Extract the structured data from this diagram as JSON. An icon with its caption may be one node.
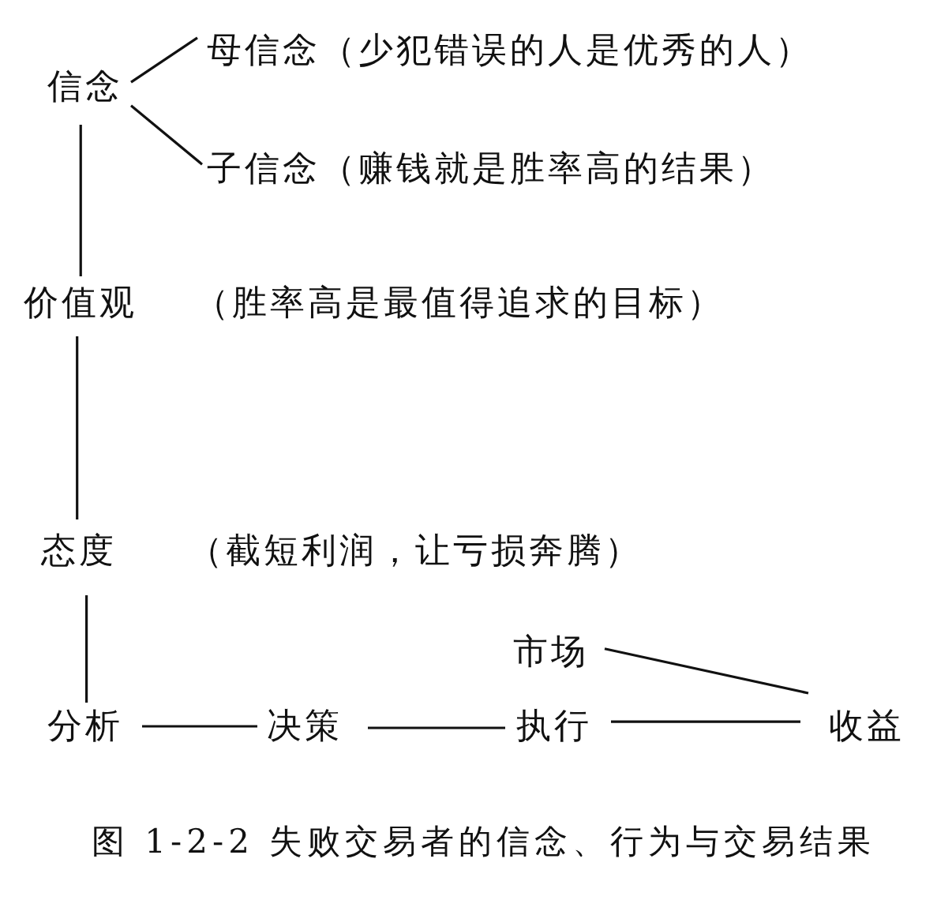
{
  "diagram": {
    "caption": "图 1-2-2 失败交易者的信念、行为与交易结果",
    "nodes": [
      {
        "text": [
          "信念"
        ]
      },
      {
        "text": [
          "母信念（少犯错误的人是优秀的人）"
        ]
      },
      {
        "text": [
          "子信念（赚钱就是胜率高的结果）"
        ]
      },
      {
        "text": [
          "价值观"
        ],
        "beside": [
          "（胜率高是最值得追求的目标）"
        ]
      },
      {
        "text": [
          "态度"
        ],
        "beside": [
          "（截短利润，让亏损奔腾）"
        ]
      },
      {
        "text": [
          "市场"
        ]
      },
      {
        "text": [
          "分析"
        ]
      },
      {
        "text": [
          "决策"
        ]
      },
      {
        "text": [
          "执行"
        ]
      },
      {
        "text": [
          "收益"
        ]
      }
    ],
    "edges": [
      {
        "from": 0,
        "to": 1,
        "arrow": "none"
      },
      {
        "from": 0,
        "to": 2,
        "arrow": "none"
      },
      {
        "from": 0,
        "to": 3,
        "arrow": "none"
      },
      {
        "from": 3,
        "to": 4,
        "arrow": "none"
      },
      {
        "from": 4,
        "to": 6,
        "arrow": "none"
      },
      {
        "from": 6,
        "to": 7,
        "arrow": "none"
      },
      {
        "from": 7,
        "to": 8,
        "arrow": "none"
      },
      {
        "from": 8,
        "to": 9,
        "arrow": "none"
      },
      {
        "from": 5,
        "to": 9,
        "arrow": "none"
      }
    ]
  }
}
